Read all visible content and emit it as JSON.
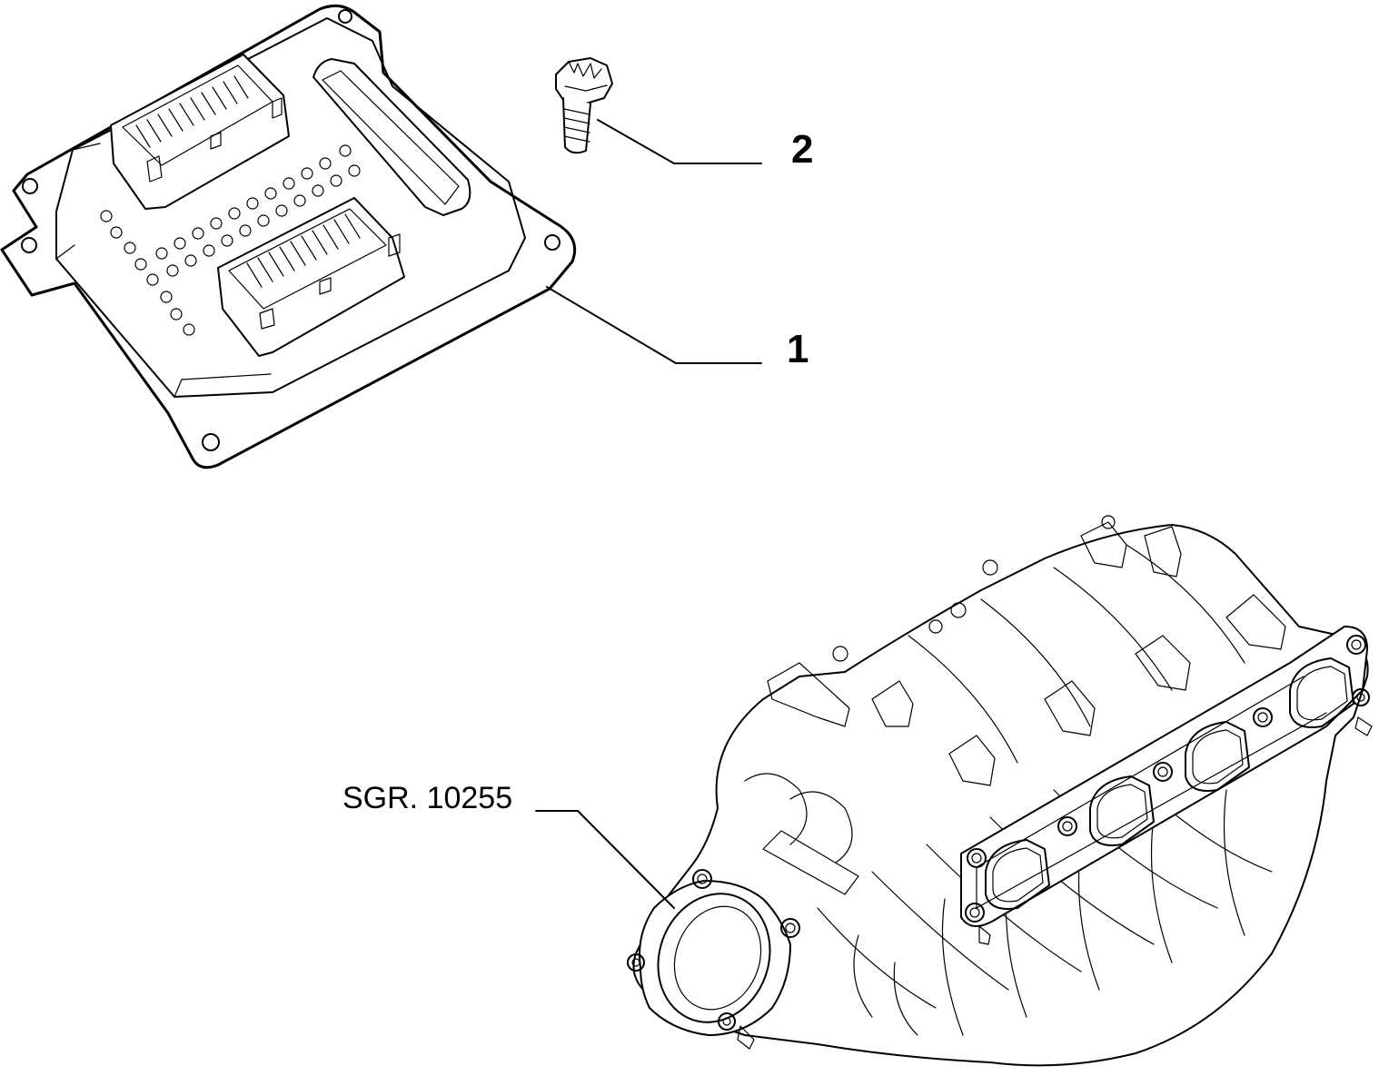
{
  "callouts": [
    {
      "id": "2",
      "text": "2"
    },
    {
      "id": "1",
      "text": "1"
    }
  ],
  "reference": {
    "text": "SGR. 10255"
  }
}
